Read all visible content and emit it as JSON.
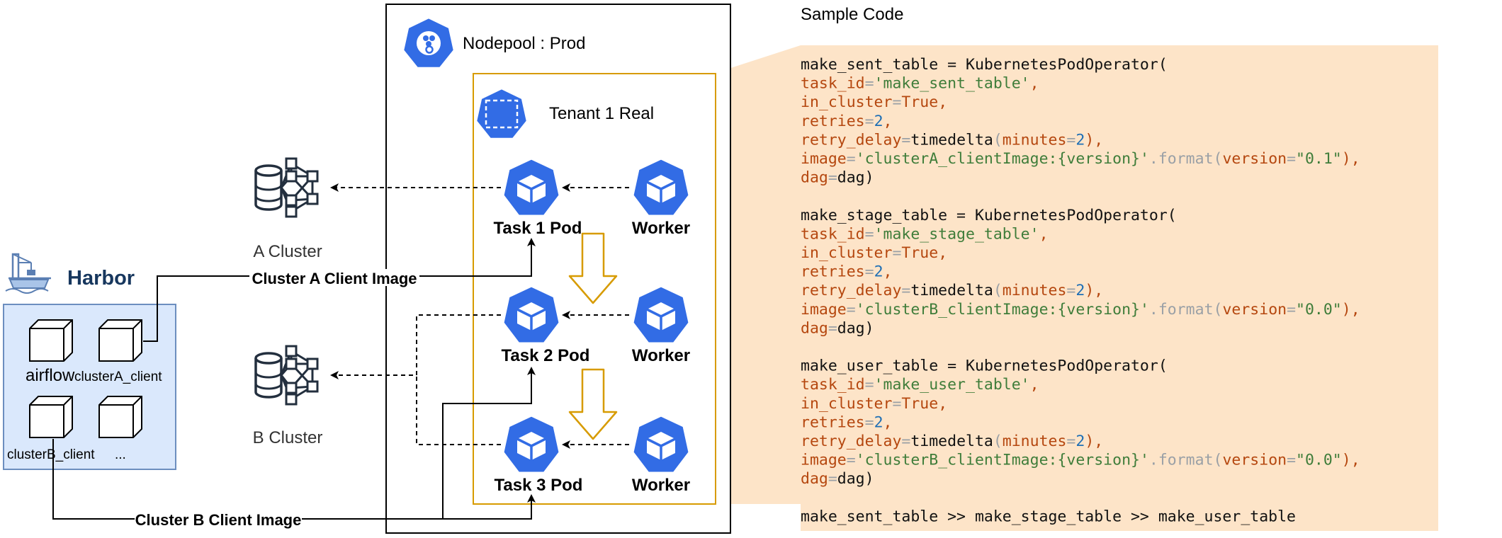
{
  "title_sample_code": "Sample Code",
  "nodepool": {
    "label": "Nodepool : Prod"
  },
  "tenant": {
    "label": "Tenant 1 Real"
  },
  "harbor": {
    "label": "Harbor",
    "images": {
      "airflow": "airflow",
      "cluster_a": "clusterA_client",
      "cluster_b": "clusterB_client",
      "more": "..."
    }
  },
  "clusters": {
    "a": "A Cluster",
    "b": "B Cluster"
  },
  "pods": {
    "task1": "Task 1 Pod",
    "task2": "Task 2 Pod",
    "task3": "Task 3 Pod",
    "worker": "Worker"
  },
  "edges": {
    "cluster_a_image": "Cluster A Client Image",
    "cluster_b_image": "Cluster B Client Image"
  },
  "colors": {
    "k8s_blue": "#326ce5",
    "tenant_border": "#d79b00",
    "code_bg": "#fde4c8",
    "harbor_bg": "#dae8fc",
    "harbor_border": "#6c8ebf",
    "harbor_text": "#17375e",
    "flow_arrow_stroke": "#d79b00"
  },
  "code": {
    "lines": [
      [
        {
          "t": "make_sent_table = KubernetesPodOperator(",
          "k": "plain"
        }
      ],
      [
        {
          "t": "    ",
          "k": "plain"
        },
        {
          "t": "task_id",
          "k": "key"
        },
        {
          "t": "=",
          "k": "op"
        },
        {
          "t": "'make_sent_table'",
          "k": "str"
        },
        {
          "t": ",",
          "k": "key"
        }
      ],
      [
        {
          "t": "    ",
          "k": "plain"
        },
        {
          "t": "in_cluster",
          "k": "key"
        },
        {
          "t": "=",
          "k": "op"
        },
        {
          "t": "True",
          "k": "key"
        },
        {
          "t": ",",
          "k": "key"
        }
      ],
      [
        {
          "t": "    ",
          "k": "plain"
        },
        {
          "t": "retries",
          "k": "key"
        },
        {
          "t": "=",
          "k": "op"
        },
        {
          "t": "2",
          "k": "num"
        },
        {
          "t": ",",
          "k": "key"
        }
      ],
      [
        {
          "t": "    ",
          "k": "plain"
        },
        {
          "t": "retry_delay",
          "k": "key"
        },
        {
          "t": "=",
          "k": "op"
        },
        {
          "t": "timedelta",
          "k": "plain"
        },
        {
          "t": "(",
          "k": "op"
        },
        {
          "t": "minutes",
          "k": "key"
        },
        {
          "t": "=",
          "k": "op"
        },
        {
          "t": "2",
          "k": "num"
        },
        {
          "t": "),",
          "k": "key"
        }
      ],
      [
        {
          "t": "    ",
          "k": "plain"
        },
        {
          "t": "image",
          "k": "key"
        },
        {
          "t": "=",
          "k": "op"
        },
        {
          "t": "'clusterA_clientImage:{version}'",
          "k": "str"
        },
        {
          "t": ".format(",
          "k": "op"
        },
        {
          "t": "version",
          "k": "key"
        },
        {
          "t": "=",
          "k": "op"
        },
        {
          "t": "\"0.1\"",
          "k": "str"
        },
        {
          "t": "),",
          "k": "key"
        }
      ],
      [
        {
          "t": "    ",
          "k": "plain"
        },
        {
          "t": "dag",
          "k": "key"
        },
        {
          "t": "=",
          "k": "op"
        },
        {
          "t": "dag)",
          "k": "plain"
        }
      ],
      [],
      [
        {
          "t": "make_stage_table = KubernetesPodOperator(",
          "k": "plain"
        }
      ],
      [
        {
          "t": "    ",
          "k": "plain"
        },
        {
          "t": "task_id",
          "k": "key"
        },
        {
          "t": "=",
          "k": "op"
        },
        {
          "t": "'make_stage_table'",
          "k": "str"
        },
        {
          "t": ",",
          "k": "key"
        }
      ],
      [
        {
          "t": "    ",
          "k": "plain"
        },
        {
          "t": "in_cluster",
          "k": "key"
        },
        {
          "t": "=",
          "k": "op"
        },
        {
          "t": "True",
          "k": "key"
        },
        {
          "t": ",",
          "k": "key"
        }
      ],
      [
        {
          "t": "    ",
          "k": "plain"
        },
        {
          "t": "retries",
          "k": "key"
        },
        {
          "t": "=",
          "k": "op"
        },
        {
          "t": "2",
          "k": "num"
        },
        {
          "t": ",",
          "k": "key"
        }
      ],
      [
        {
          "t": "    ",
          "k": "plain"
        },
        {
          "t": "retry_delay",
          "k": "key"
        },
        {
          "t": "=",
          "k": "op"
        },
        {
          "t": "timedelta",
          "k": "plain"
        },
        {
          "t": "(",
          "k": "op"
        },
        {
          "t": "minutes",
          "k": "key"
        },
        {
          "t": "=",
          "k": "op"
        },
        {
          "t": "2",
          "k": "num"
        },
        {
          "t": "),",
          "k": "key"
        }
      ],
      [
        {
          "t": "    ",
          "k": "plain"
        },
        {
          "t": "image",
          "k": "key"
        },
        {
          "t": "=",
          "k": "op"
        },
        {
          "t": "'clusterB_clientImage:{version}'",
          "k": "str"
        },
        {
          "t": ".format(",
          "k": "op"
        },
        {
          "t": "version",
          "k": "key"
        },
        {
          "t": "=",
          "k": "op"
        },
        {
          "t": "\"0.0\"",
          "k": "str"
        },
        {
          "t": "),",
          "k": "key"
        }
      ],
      [
        {
          "t": "    ",
          "k": "plain"
        },
        {
          "t": "dag",
          "k": "key"
        },
        {
          "t": "=",
          "k": "op"
        },
        {
          "t": "dag)",
          "k": "plain"
        }
      ],
      [],
      [
        {
          "t": "make_user_table = KubernetesPodOperator(",
          "k": "plain"
        }
      ],
      [
        {
          "t": "    ",
          "k": "plain"
        },
        {
          "t": "task_id",
          "k": "key"
        },
        {
          "t": "=",
          "k": "op"
        },
        {
          "t": "'make_user_table'",
          "k": "str"
        },
        {
          "t": ",",
          "k": "key"
        }
      ],
      [
        {
          "t": "    ",
          "k": "plain"
        },
        {
          "t": "in_cluster",
          "k": "key"
        },
        {
          "t": "=",
          "k": "op"
        },
        {
          "t": "True",
          "k": "key"
        },
        {
          "t": ",",
          "k": "key"
        }
      ],
      [
        {
          "t": "    ",
          "k": "plain"
        },
        {
          "t": "retries",
          "k": "key"
        },
        {
          "t": "=",
          "k": "op"
        },
        {
          "t": "2",
          "k": "num"
        },
        {
          "t": ",",
          "k": "key"
        }
      ],
      [
        {
          "t": "    ",
          "k": "plain"
        },
        {
          "t": "retry_delay",
          "k": "key"
        },
        {
          "t": "=",
          "k": "op"
        },
        {
          "t": "timedelta",
          "k": "plain"
        },
        {
          "t": "(",
          "k": "op"
        },
        {
          "t": "minutes",
          "k": "key"
        },
        {
          "t": "=",
          "k": "op"
        },
        {
          "t": "2",
          "k": "num"
        },
        {
          "t": "),",
          "k": "key"
        }
      ],
      [
        {
          "t": "    ",
          "k": "plain"
        },
        {
          "t": "image",
          "k": "key"
        },
        {
          "t": "=",
          "k": "op"
        },
        {
          "t": "'clusterB_clientImage:{version}'",
          "k": "str"
        },
        {
          "t": ".format(",
          "k": "op"
        },
        {
          "t": "version",
          "k": "key"
        },
        {
          "t": "=",
          "k": "op"
        },
        {
          "t": "\"0.0\"",
          "k": "str"
        },
        {
          "t": "),",
          "k": "key"
        }
      ],
      [
        {
          "t": "    ",
          "k": "plain"
        },
        {
          "t": "dag",
          "k": "key"
        },
        {
          "t": "=",
          "k": "op"
        },
        {
          "t": "dag)",
          "k": "plain"
        }
      ],
      [],
      [
        {
          "t": "make_sent_table >> make_stage_table >> make_user_table",
          "k": "plain"
        }
      ]
    ]
  }
}
